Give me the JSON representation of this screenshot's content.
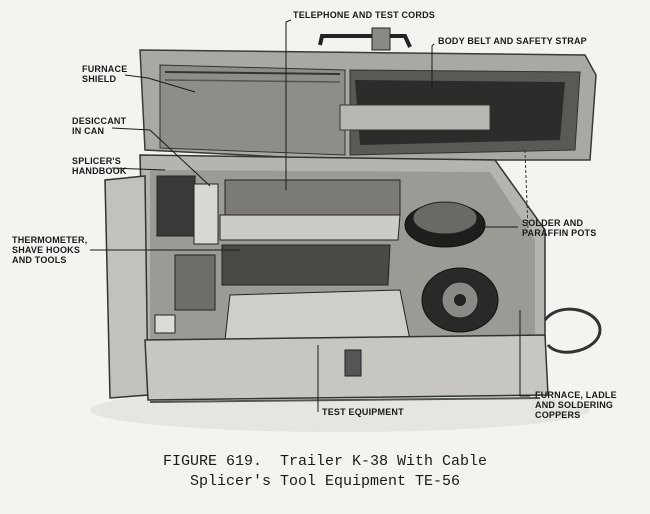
{
  "figure": {
    "caption_line1": "FIGURE 619.  Trailer K-38 With Cable",
    "caption_line2": "Splicer's Tool Equipment TE-56"
  },
  "labels": {
    "telephone_cords": "TELEPHONE AND TEST CORDS",
    "body_belt": "BODY BELT AND SAFETY STRAP",
    "furnace_shield": "FURNACE\nSHIELD",
    "desiccant": "DESICCANT\nIN CAN",
    "splicers_handbook": "SPLICER'S\nHANDBOOK",
    "thermometer": "THERMOMETER,\nSHAVE HOOKS\nAND TOOLS",
    "solder_pots": "SOLDER AND\nPARAFFIN POTS",
    "test_equipment": "TEST EQUIPMENT",
    "furnace_ladle": "FURNACE, LADLE\nAND SOLDERING\nCOPPERS"
  }
}
